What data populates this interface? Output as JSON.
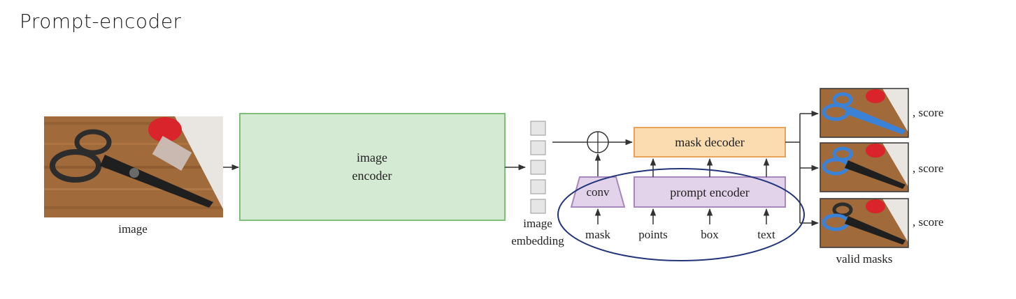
{
  "title": "Prompt-encoder",
  "diagram": {
    "input_label": "image",
    "image_encoder_label_line1": "image",
    "image_encoder_label_line2": "encoder",
    "embedding_label_line1": "image",
    "embedding_label_line2": "embedding",
    "conv_label": "conv",
    "mask_decoder_label": "mask decoder",
    "prompt_encoder_label": "prompt encoder",
    "prompt_inputs": [
      "mask",
      "points",
      "box",
      "text"
    ],
    "output_scores": [
      ", score",
      ", score",
      ", score"
    ],
    "outputs_label": "valid masks",
    "colors": {
      "image_encoder_fill": "#d5ead3",
      "image_encoder_border": "#7fbf7b",
      "mask_decoder_fill": "#fbdcb0",
      "mask_decoder_border": "#e8a35a",
      "prompt_encoder_fill": "#e3d3ea",
      "prompt_encoder_border": "#a887bd",
      "highlight_ellipse": "#23357a",
      "mask_overlay": "#3b82d6"
    }
  }
}
